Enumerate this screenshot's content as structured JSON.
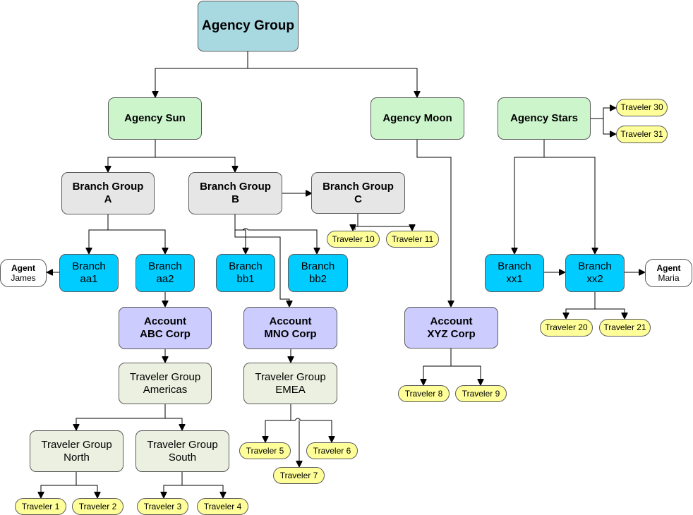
{
  "colors": {
    "agency_group": "#a8d8e0",
    "agency": "#ccf5cc",
    "branch_group": "#e6e6e6",
    "branch": "#00ccff",
    "account": "#ccccff",
    "traveler_group": "#ebf0e0",
    "traveler": "#ffff99",
    "agent": "#ffffff",
    "connector": "#000000"
  },
  "agency_group": {
    "title": "Agency Group"
  },
  "agencies": {
    "sun": "Agency Sun",
    "moon": "Agency Moon",
    "stars": "Agency Stars"
  },
  "branch_groups": {
    "a": {
      "line1": "Branch Group",
      "line2": "A"
    },
    "b": {
      "line1": "Branch Group",
      "line2": "B"
    },
    "c": {
      "line1": "Branch Group",
      "line2": "C"
    }
  },
  "branches": {
    "aa1": {
      "line1": "Branch",
      "line2": "aa1"
    },
    "aa2": {
      "line1": "Branch",
      "line2": "aa2"
    },
    "bb1": {
      "line1": "Branch",
      "line2": "bb1"
    },
    "bb2": {
      "line1": "Branch",
      "line2": "bb2"
    },
    "xx1": {
      "line1": "Branch",
      "line2": "xx1"
    },
    "xx2": {
      "line1": "Branch",
      "line2": "xx2"
    }
  },
  "agents": {
    "james": {
      "role": "Agent",
      "name": "James"
    },
    "maria": {
      "role": "Agent",
      "name": "Maria"
    }
  },
  "accounts": {
    "abc": {
      "line1": "Account",
      "line2": "ABC Corp"
    },
    "mno": {
      "line1": "Account",
      "line2": "MNO Corp"
    },
    "xyz": {
      "line1": "Account",
      "line2": "XYZ Corp"
    }
  },
  "traveler_groups": {
    "americas": {
      "line1": "Traveler Group",
      "line2": "Americas"
    },
    "emea": {
      "line1": "Traveler Group",
      "line2": "EMEA"
    },
    "north": {
      "line1": "Traveler Group",
      "line2": "North"
    },
    "south": {
      "line1": "Traveler Group",
      "line2": "South"
    }
  },
  "travelers": {
    "t1": "Traveler 1",
    "t2": "Traveler 2",
    "t3": "Traveler 3",
    "t4": "Traveler 4",
    "t5": "Traveler 5",
    "t6": "Traveler 6",
    "t7": "Traveler 7",
    "t8": "Traveler 8",
    "t9": "Traveler 9",
    "t10": "Traveler 10",
    "t11": "Traveler 11",
    "t20": "Traveler 20",
    "t21": "Traveler 21",
    "t30": "Traveler 30",
    "t31": "Traveler 31"
  }
}
